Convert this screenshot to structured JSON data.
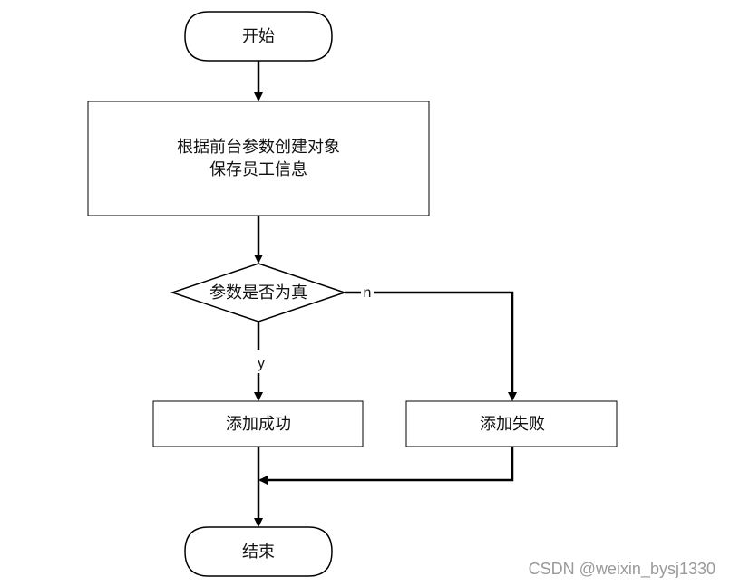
{
  "nodes": {
    "start": "开始",
    "process_line1": "根据前台参数创建对象",
    "process_line2": "保存员工信息",
    "decision": "参数是否为真",
    "success": "添加成功",
    "failure": "添加失败",
    "end": "结束"
  },
  "edges": {
    "yes_label": "y",
    "no_label": "n"
  },
  "watermark": "CSDN @weixin_bysj1330",
  "colors": {
    "stroke": "#000000",
    "text": "#111111",
    "watermark": "#9a9a9a"
  }
}
